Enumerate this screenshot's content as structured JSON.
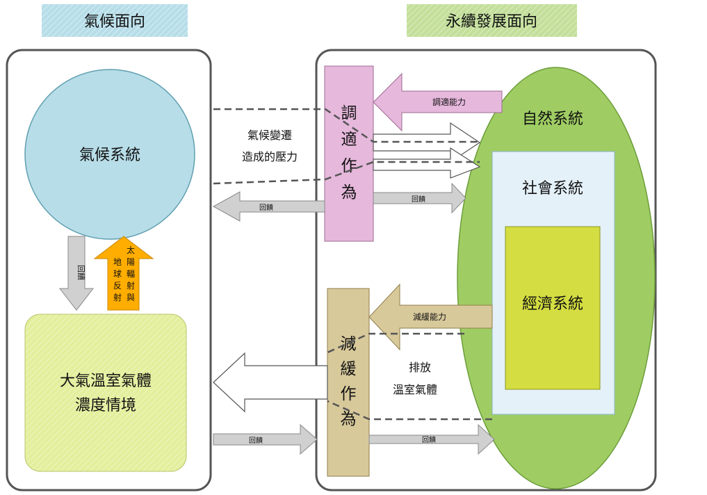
{
  "headers": {
    "left": "氣候面向",
    "right": "永續發展面向"
  },
  "nodes": {
    "climate_system": "氣候系統",
    "ghg_scenario_line1": "大氣溫室氣體",
    "ghg_scenario_line2": "濃度情境",
    "adaptation": [
      "調",
      "適",
      "作",
      "為"
    ],
    "mitigation": [
      "減",
      "緩",
      "作",
      "為"
    ],
    "natural_system": "自然系統",
    "social_system": "社會系統",
    "economic_system": "經濟系統"
  },
  "labels": {
    "climate_stress_line1": "氣候變遷",
    "climate_stress_line2": "造成的壓力",
    "emissions_line1": "排放",
    "emissions_line2": "溫室氣體",
    "adaptive_capacity": "調適能力",
    "mitigation_capacity": "減緩能力",
    "feedback": "回饋",
    "solar_col1": [
      "太",
      "陽",
      "輻",
      "射",
      "與"
    ],
    "solar_col2": [
      "地",
      "球",
      "反",
      "射"
    ]
  },
  "colors": {
    "left_header_fill": "#b7dde8",
    "right_header_fill": "#c3df9b",
    "climate_circle": "#b7dde8",
    "ghg_box": "#e4ef9d",
    "adaptation_box": "#e6b8dc",
    "mitigation_box": "#d8c99b",
    "natural_ellipse": "#9fcd63",
    "social_box": "#e4f1f9",
    "economic_box": "#d4dd41",
    "solar_arrow": "#ffad00",
    "gray_arrow": "#d0d0d0",
    "pink_arrow": "#e6b8dc",
    "tan_arrow": "#d8c99b"
  }
}
